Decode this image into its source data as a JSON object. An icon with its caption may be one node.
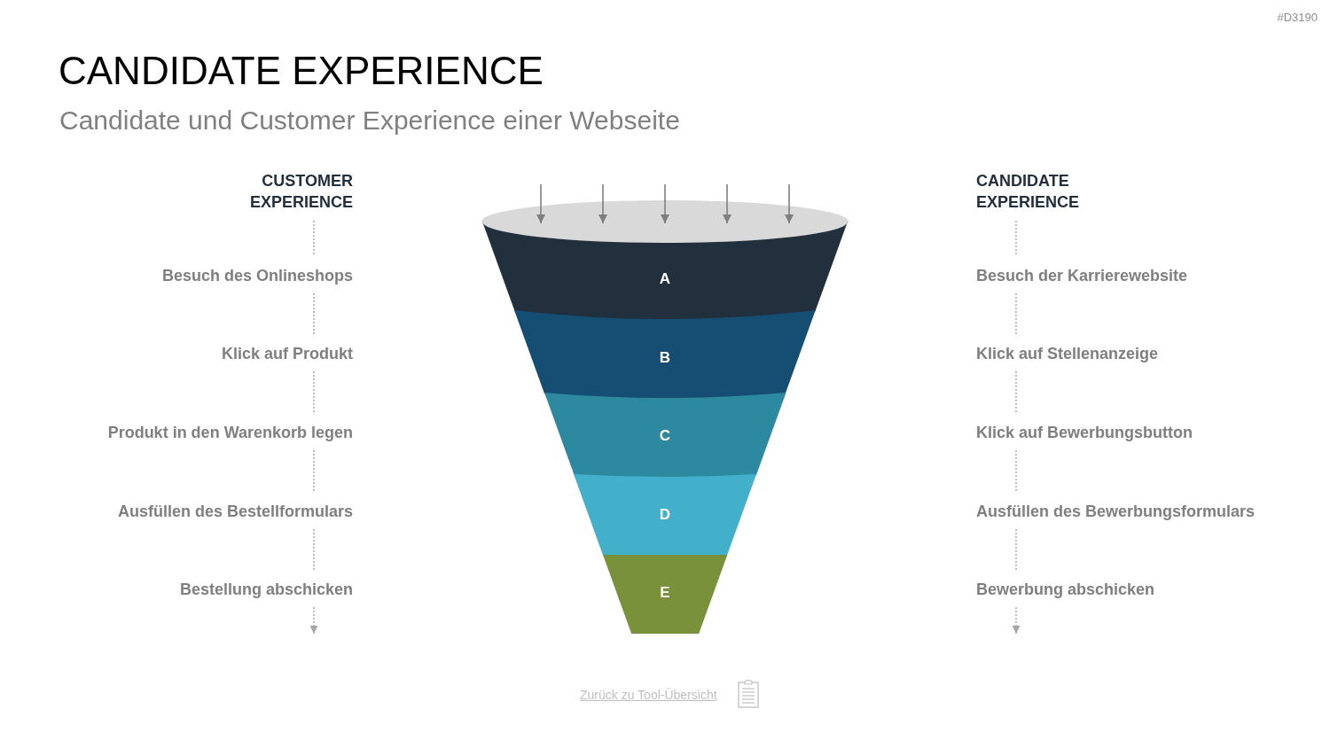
{
  "diagram": {
    "title": "CANDIDATE EXPERIENCE",
    "nodes": [
      {
        "text": [
          "CUSTOMER EXPERIENCE"
        ]
      },
      {
        "text": [
          "Besuch des Onlineshops"
        ]
      },
      {
        "text": [
          "Klick auf Produkt"
        ]
      },
      {
        "text": [
          "Produkt in den Warenkorb legen"
        ]
      },
      {
        "text": [
          "Ausfüllen des Bestellformulars"
        ]
      },
      {
        "text": [
          "Bestellung abschicken"
        ]
      },
      {
        "text": [],
        "shape": "ellipse"
      },
      {
        "text": [
          "A"
        ]
      },
      {
        "text": [
          "B"
        ]
      },
      {
        "text": [
          "C"
        ]
      },
      {
        "text": [
          "D"
        ]
      },
      {
        "text": [
          "E"
        ]
      },
      {
        "text": [
          "CANDIDATE EXPERIENCE"
        ]
      },
      {
        "text": [
          "Besuch der Karrierewebsite"
        ]
      },
      {
        "text": [
          "Klick auf Stellenanzeige"
        ]
      },
      {
        "text": [
          "Klick auf Bewerbungsbutton"
        ]
      },
      {
        "text": [
          "Ausfüllen des Bewerbungsformulars"
        ]
      },
      {
        "text": [
          "Bewerbung abschicken"
        ]
      }
    ],
    "edges": [
      {
        "from": 0,
        "to": 1,
        "arrow": "none",
        "style": "dashed"
      },
      {
        "from": 1,
        "to": 2,
        "arrow": "none",
        "style": "dashed"
      },
      {
        "from": 2,
        "to": 3,
        "arrow": "none",
        "style": "dashed"
      },
      {
        "from": 3,
        "to": 4,
        "arrow": "none",
        "style": "dashed"
      },
      {
        "from": 4,
        "to": 5,
        "arrow": "none",
        "style": "dashed"
      },
      {
        "from": 5,
        "to": null,
        "arrow": "to",
        "style": "dashed"
      },
      {
        "from": null,
        "to": 6,
        "arrow": "to",
        "color": "#7f7f7f"
      },
      {
        "from": null,
        "to": 6,
        "arrow": "to",
        "color": "#7f7f7f"
      },
      {
        "from": null,
        "to": 6,
        "arrow": "to",
        "color": "#7f7f7f"
      },
      {
        "from": null,
        "to": 6,
        "arrow": "to",
        "color": "#7f7f7f"
      },
      {
        "from": null,
        "to": 6,
        "arrow": "to",
        "color": "#7f7f7f"
      },
      {
        "from": 12,
        "to": 13,
        "arrow": "none",
        "style": "dashed"
      },
      {
        "from": 13,
        "to": 14,
        "arrow": "none",
        "style": "dashed"
      },
      {
        "from": 14,
        "to": 15,
        "arrow": "none",
        "style": "dashed"
      },
      {
        "from": 15,
        "to": 16,
        "arrow": "none",
        "style": "dashed"
      },
      {
        "from": 16,
        "to": 17,
        "arrow": "none",
        "style": "dashed"
      },
      {
        "from": 17,
        "to": null,
        "arrow": "to",
        "style": "dashed"
      }
    ],
    "labels": [
      "#D3190",
      "Candidate und Customer Experience einer Webseite",
      "Zurück zu Tool-Übersicht"
    ]
  }
}
